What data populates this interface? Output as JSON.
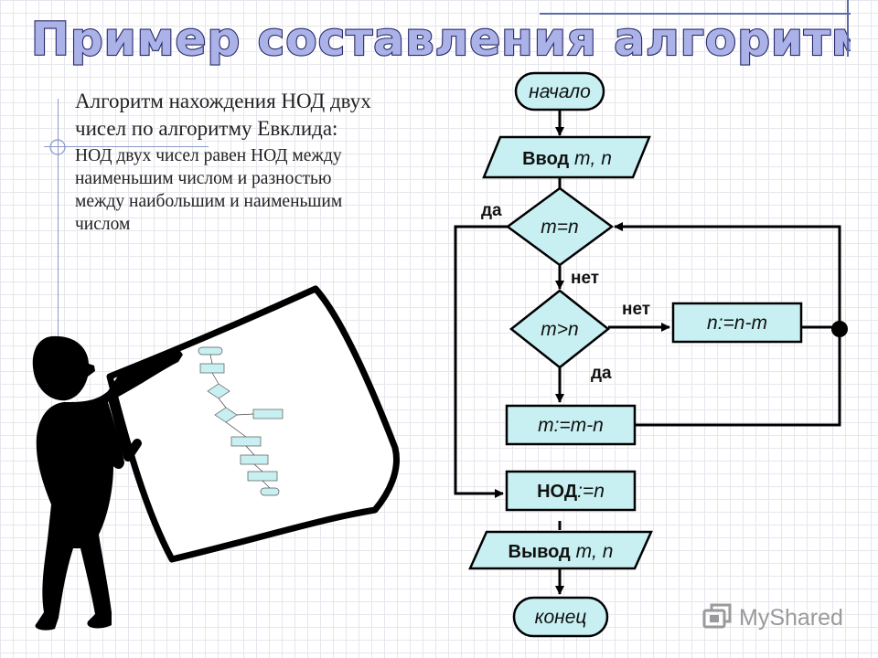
{
  "title": "Пример составления алгоритма",
  "description": {
    "line1": "Алгоритм нахождения НОД двух чисел по алгоритму Евклида:",
    "line2": "НОД двух чисел равен НОД между наименьшим числом и разностью между наибольшим и наименьшим числом"
  },
  "flowchart": {
    "start": "начало",
    "input_word": "Ввод",
    "input_vars": " m, n",
    "cond1": "m=n",
    "cond2": "m>n",
    "assign_n": "n:=n-m",
    "assign_m": "m:=m-n",
    "gcd_word": "НОД",
    "gcd_expr": ":=n",
    "output_word": "Вывод",
    "output_vars": " m, n",
    "end": "конец",
    "yes1": "да",
    "no1": "нет",
    "no2": "нет",
    "yes2": "да"
  },
  "brand": "MyShared",
  "colors": {
    "box_fill": "#c8f0f2",
    "title_fill": "#aab2e8",
    "title_stroke": "#2a2a6a"
  }
}
